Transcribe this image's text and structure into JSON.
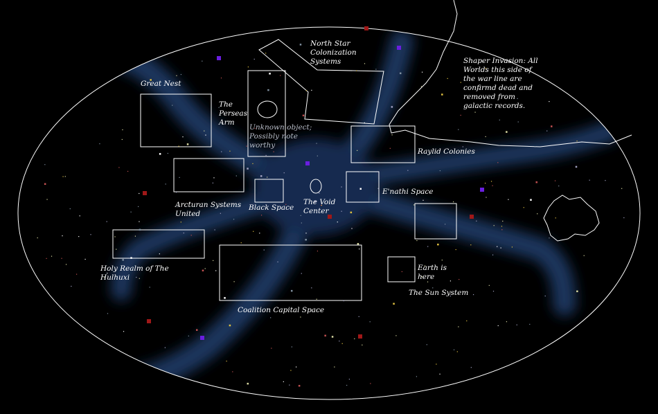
{
  "regions": {
    "great_nest": "Great Nest",
    "perseas_arm": "The\nPerseas\nArm",
    "north_star": "North Star\nColonization\nSystems",
    "shaper_note": "Shaper Invasion: All\nWorlds this side of\nthe war line are\nconfirmd dead and\nremoved from\ngalactic records.",
    "unknown_object": "Unknown object;\nPossibly note\nworthy",
    "raylid": "Raylid Colonies",
    "arcturan": "Arcturan Systems\nUnited",
    "black_space": "Black Space",
    "void_center": "The Void\nCenter",
    "enathi": "E'nathi Space",
    "holy_realm": "Holy Realm of The\nHulhuxi",
    "earth": "Earth is\nhere",
    "sun_system": "The Sun System",
    "coalition": "Coalition Capital Space"
  },
  "colors": {
    "background": "#000000",
    "arm": "#1c3a66",
    "outline": "#ffffff",
    "red_marker": "#a01818",
    "purple_marker": "#6a1ee0"
  }
}
